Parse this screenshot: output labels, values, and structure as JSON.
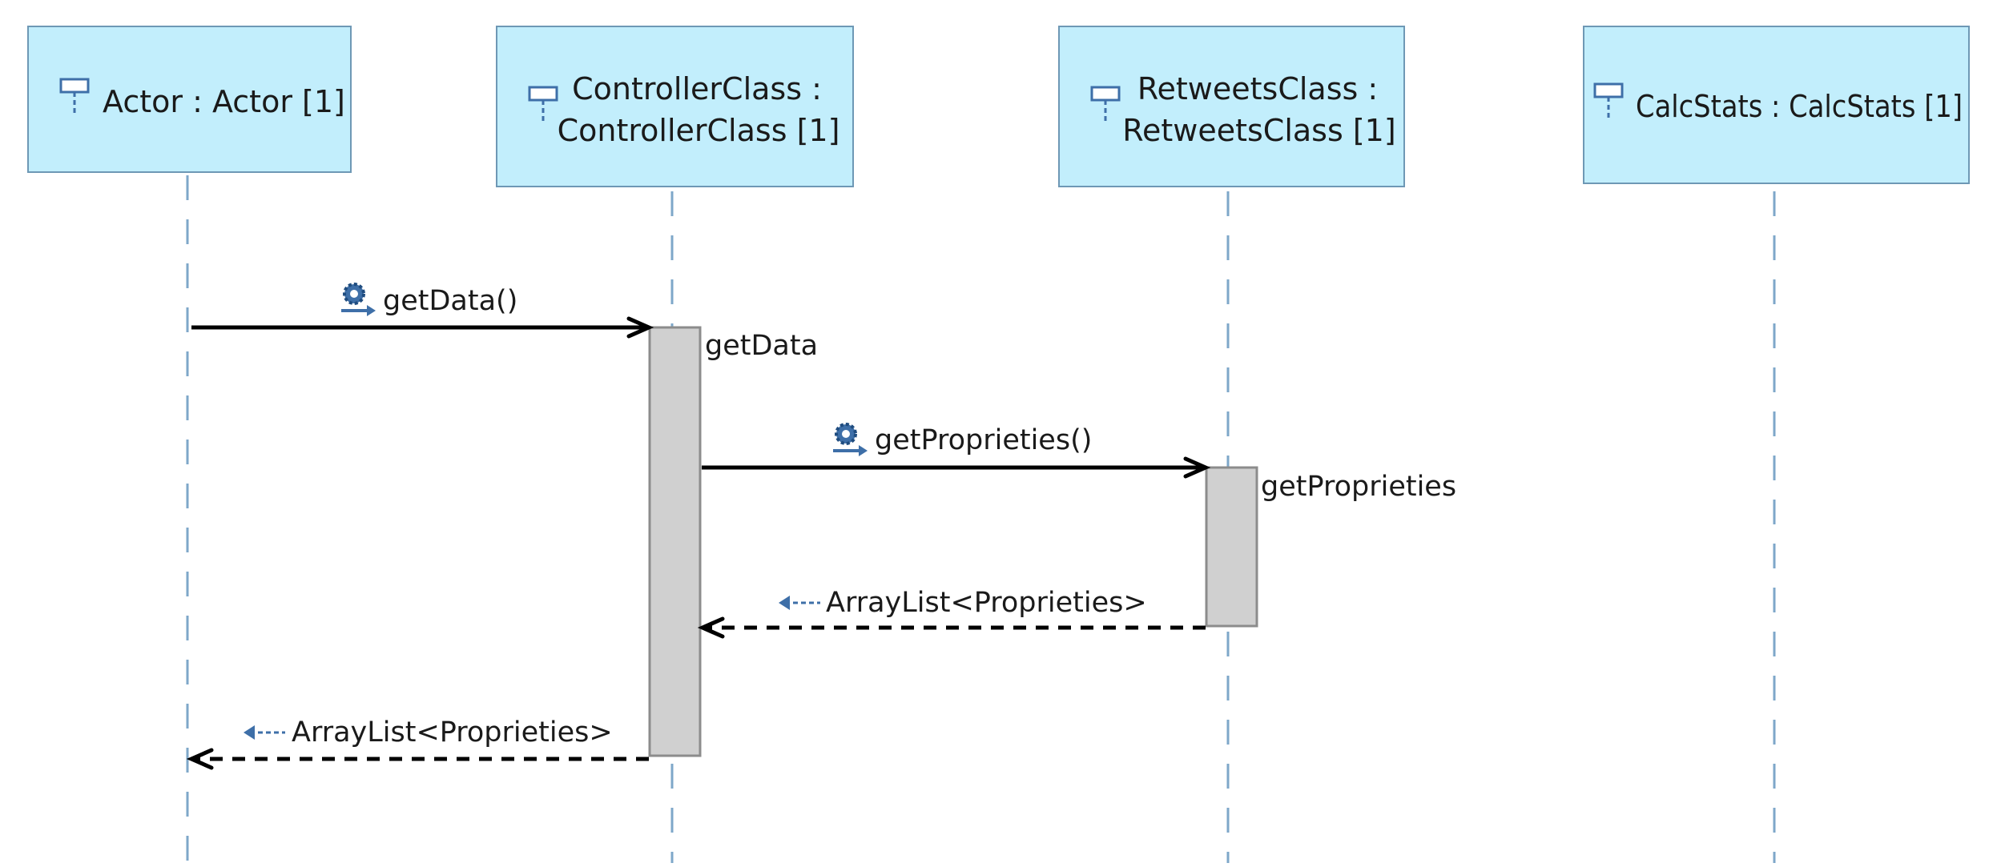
{
  "lifelines": [
    {
      "id": "actor",
      "lines": [
        "Actor : Actor [1]"
      ],
      "icon": "lifeline-icon"
    },
    {
      "id": "controller",
      "lines": [
        "ControllerClass :",
        "ControllerClass [1]"
      ],
      "icon": "lifeline-icon"
    },
    {
      "id": "retweets",
      "lines": [
        "RetweetsClass :",
        "RetweetsClass [1]"
      ],
      "icon": "lifeline-icon"
    },
    {
      "id": "calcstats",
      "lines": [
        "CalcStats : CalcStats [1]"
      ],
      "icon": "lifeline-icon"
    }
  ],
  "executions": [
    {
      "lifeline": "controller",
      "label": "getData"
    },
    {
      "lifeline": "retweets",
      "label": "getProprieties"
    }
  ],
  "messages": [
    {
      "from": "actor",
      "to": "controller",
      "kind": "synchronous",
      "label": "getData()",
      "icon": "operation-call-icon"
    },
    {
      "from": "controller",
      "to": "retweets",
      "kind": "synchronous",
      "label": "getProprieties()",
      "icon": "operation-call-icon"
    },
    {
      "from": "retweets",
      "to": "controller",
      "kind": "reply",
      "label": "ArrayList<Proprieties>",
      "icon": "reply-arrow-icon"
    },
    {
      "from": "controller",
      "to": "actor",
      "kind": "reply",
      "label": "ArrayList<Proprieties>",
      "icon": "reply-arrow-icon"
    }
  ],
  "colors": {
    "lifeline_fill": "#c2eefc",
    "lifeline_border": "#6e98b5",
    "lifeline_dash": "#7ea7c9",
    "execution_fill": "#d0d0d0",
    "icon_blue": "#3e6fa8"
  }
}
